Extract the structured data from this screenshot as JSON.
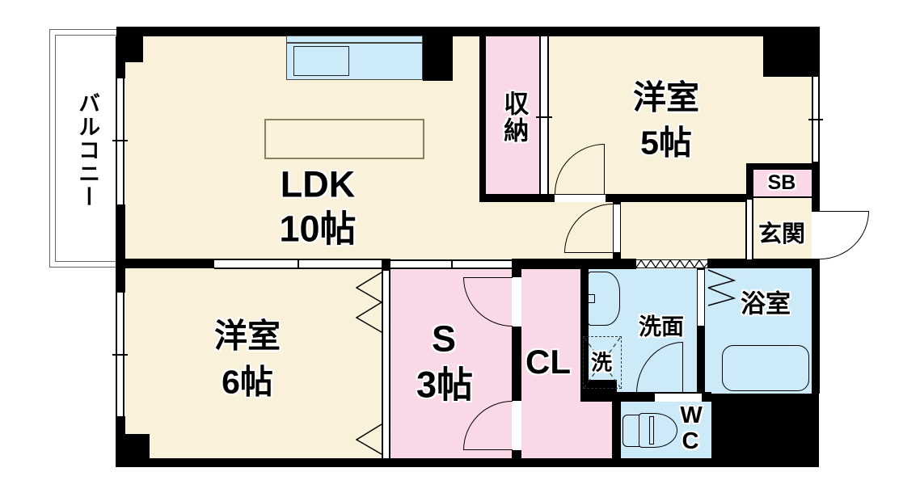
{
  "plan": {
    "balcony": {
      "label": "バルコニー"
    },
    "ldk": {
      "name": "LDK",
      "size": "10帖"
    },
    "western5": {
      "name": "洋室",
      "size": "5帖"
    },
    "storage": {
      "label": "収納"
    },
    "shoebox": {
      "label": "SB"
    },
    "entrance": {
      "label": "玄関"
    },
    "western6": {
      "name": "洋室",
      "size": "6帖"
    },
    "service_room": {
      "name": "S",
      "size": "3帖"
    },
    "closet": {
      "label": "CL"
    },
    "washroom": {
      "label": "洗面"
    },
    "washer_pan": {
      "label": "洗"
    },
    "bathroom": {
      "label": "浴室"
    },
    "toilet": {
      "line1": "W",
      "line2": "C"
    }
  },
  "colors": {
    "room_cream": "#faf1da",
    "room_pink": "#f9d9e7",
    "room_blue": "#cdeaf8",
    "wall": "#000000",
    "counter_border": "#8a7f5e"
  }
}
